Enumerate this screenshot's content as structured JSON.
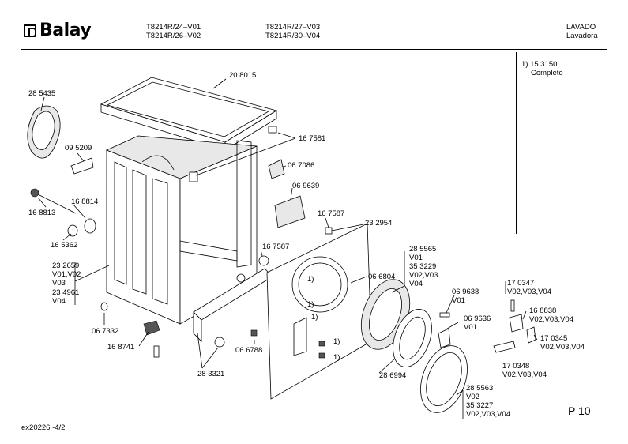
{
  "header": {
    "models": [
      "T8214R/24–V01",
      "T8214R/26–V02",
      "T8214R/27–V03",
      "T8214R/30–V04"
    ],
    "category": "LAVADO",
    "category_sub": "Lavadora"
  },
  "brand": "Balay",
  "note": {
    "ref": "1)  15 3150",
    "desc": "Completo"
  },
  "labels": [
    {
      "id": "208015",
      "text": "20 8015"
    },
    {
      "id": "285435",
      "text": "28 5435"
    },
    {
      "id": "095209",
      "text": "09 5209"
    },
    {
      "id": "167581",
      "text": "16 7581"
    },
    {
      "id": "067086",
      "text": "06 7086"
    },
    {
      "id": "069639",
      "text": "06 9639"
    },
    {
      "id": "168814",
      "text": "16 8814"
    },
    {
      "id": "168813",
      "text": "16 8813"
    },
    {
      "id": "165362",
      "text": "16 5362"
    },
    {
      "id": "167587a",
      "text": "16 7587"
    },
    {
      "id": "167587b",
      "text": "16 7587"
    },
    {
      "id": "232954",
      "text": "23 2954"
    },
    {
      "id": "232659",
      "text": "23 2659"
    },
    {
      "id": "v0102",
      "text": "V01,V02"
    },
    {
      "id": "v03",
      "text": "V03"
    },
    {
      "id": "234961",
      "text": "23 4961"
    },
    {
      "id": "v04a",
      "text": "V04"
    },
    {
      "id": "285565",
      "text": "28 5565"
    },
    {
      "id": "v01a",
      "text": "V01"
    },
    {
      "id": "353229",
      "text": "35 3229"
    },
    {
      "id": "v0203",
      "text": "V02,V03"
    },
    {
      "id": "v04b",
      "text": "V04"
    },
    {
      "id": "066804",
      "text": "06 6804"
    },
    {
      "id": "069638",
      "text": "06 9638"
    },
    {
      "id": "v01b",
      "text": "V01"
    },
    {
      "id": "069636",
      "text": "06 9636"
    },
    {
      "id": "v01c",
      "text": "V01"
    },
    {
      "id": "170347",
      "text": "17 0347"
    },
    {
      "id": "v020304a",
      "text": "V02,V03,V04"
    },
    {
      "id": "168838",
      "text": "16 8838"
    },
    {
      "id": "v020304b",
      "text": "V02,V03,V04"
    },
    {
      "id": "170345",
      "text": "17 0345"
    },
    {
      "id": "v020304c",
      "text": "V02,V03,V04"
    },
    {
      "id": "170348",
      "text": "17 0348"
    },
    {
      "id": "v020304d",
      "text": "V02,V03,V04"
    },
    {
      "id": "067332",
      "text": "06 7332"
    },
    {
      "id": "168741",
      "text": "16 8741"
    },
    {
      "id": "066788",
      "text": "06 6788"
    },
    {
      "id": "283321",
      "text": "28 3321"
    },
    {
      "id": "286994",
      "text": "28 6994"
    },
    {
      "id": "285563",
      "text": "28 5563"
    },
    {
      "id": "v02",
      "text": "V02"
    },
    {
      "id": "353227",
      "text": "35 3227"
    },
    {
      "id": "v020304e",
      "text": "V02,V03,V04"
    },
    {
      "id": "n1a",
      "text": "1)"
    },
    {
      "id": "n1b",
      "text": "1)"
    },
    {
      "id": "n1c",
      "text": "1)"
    },
    {
      "id": "n1d",
      "text": "1)"
    },
    {
      "id": "n1e",
      "text": "1)"
    }
  ],
  "footer": {
    "code": "ex20226  -4/2",
    "page": "P 10"
  }
}
